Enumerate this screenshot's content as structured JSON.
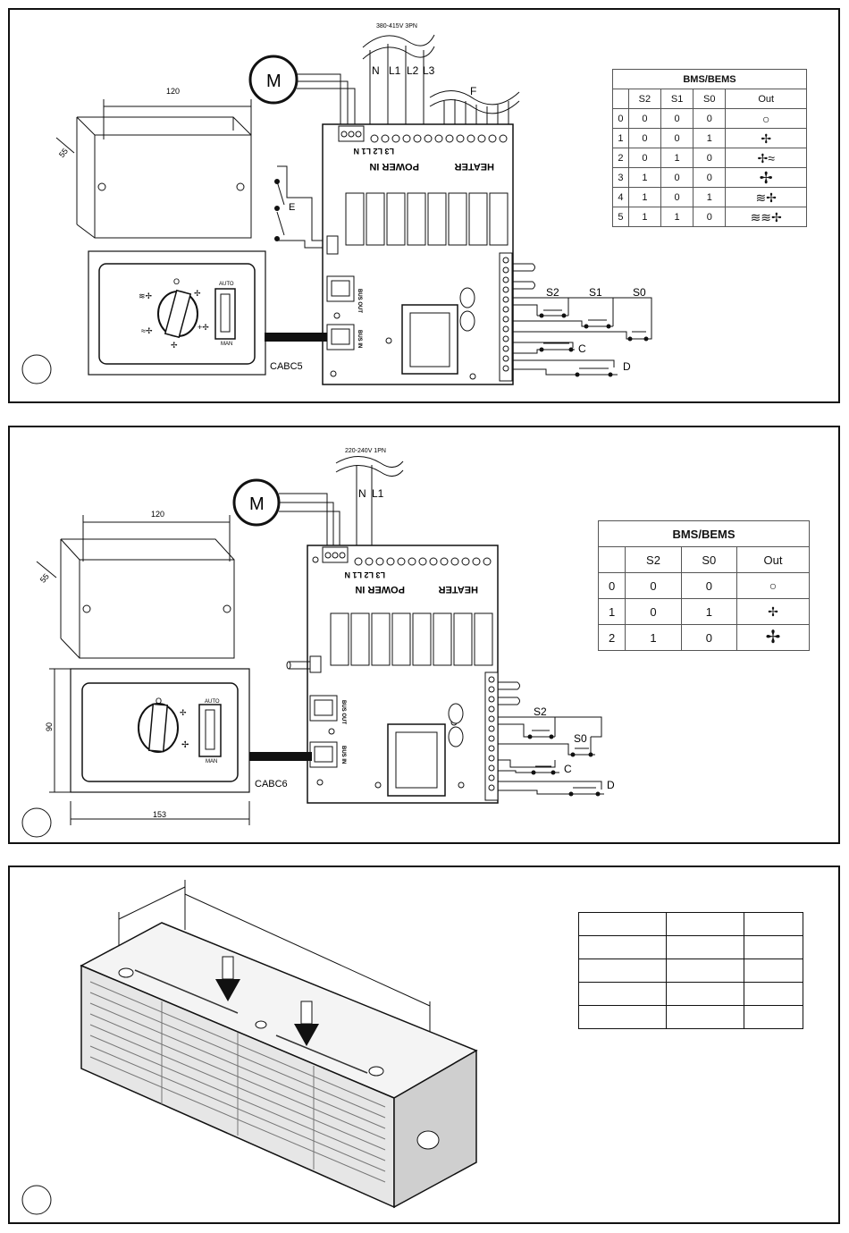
{
  "panel1": {
    "supply_label": "380-415V 3PN",
    "phase_labels": [
      "N",
      "L1",
      "L2",
      "L3"
    ],
    "fuse_label": "F",
    "motor_label": "M",
    "thermostat_label": "E",
    "box_width_label": "120",
    "box_depth_label": "55",
    "board_labels": {
      "power_in": "POWER IN",
      "heater": "HEATER",
      "bus_out": "BUS OUT",
      "bus_in": "BUS IN",
      "terminals": "L3  L2  L1  N"
    },
    "controller_label": "CABC5",
    "dial_labels": {
      "off": "O",
      "auto": "AUTO",
      "man": "MAN"
    },
    "switch_labels": [
      "S2",
      "S1",
      "S0",
      "C",
      "D"
    ],
    "bms_table": {
      "title": "BMS/BEMS",
      "headers": [
        "",
        "S2",
        "S1",
        "S0",
        "Out"
      ],
      "rows": [
        [
          "0",
          "0",
          "0",
          "0",
          "off-icon"
        ],
        [
          "1",
          "0",
          "0",
          "1",
          "fan-low-icon"
        ],
        [
          "2",
          "0",
          "1",
          "0",
          "fan-heat-low-icon"
        ],
        [
          "3",
          "1",
          "0",
          "0",
          "fan-high-icon"
        ],
        [
          "4",
          "1",
          "0",
          "1",
          "fan-high-heat-icon"
        ],
        [
          "5",
          "1",
          "1",
          "0",
          "fan-high-full-heat-icon"
        ]
      ]
    }
  },
  "panel2": {
    "supply_label": "220-240V 1PN",
    "phase_labels": [
      "N",
      "L1"
    ],
    "motor_label": "M",
    "box_width_label": "120",
    "box_depth_label": "55",
    "plate_height_label": "90",
    "plate_width_label": "153",
    "board_labels": {
      "power_in": "POWER IN",
      "heater": "HEATER",
      "bus_out": "BUS OUT",
      "bus_in": "BUS IN",
      "terminals": "L3  L2  L1  N"
    },
    "controller_label": "CABC6",
    "dial_labels": {
      "off": "O",
      "auto": "AUTO",
      "man": "MAN"
    },
    "switch_labels": [
      "S2",
      "S0",
      "C",
      "D"
    ],
    "bms_table": {
      "title": "BMS/BEMS",
      "headers": [
        "",
        "S2",
        "S0",
        "Out"
      ],
      "rows": [
        [
          "0",
          "0",
          "0",
          "off-icon"
        ],
        [
          "1",
          "0",
          "1",
          "fan-low-icon"
        ],
        [
          "2",
          "1",
          "0",
          "fan-high-icon"
        ]
      ]
    }
  },
  "panel3": {
    "table_rows": 5,
    "table_cols": 3
  }
}
